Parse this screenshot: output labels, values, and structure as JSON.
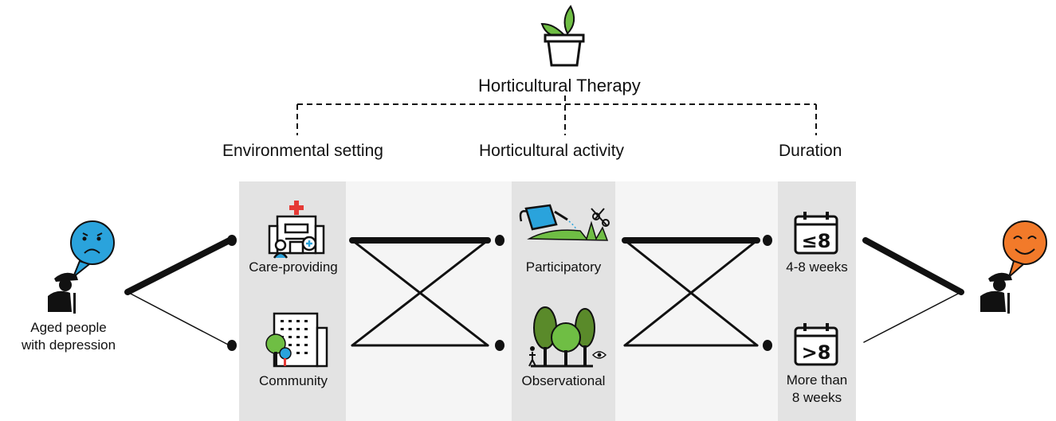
{
  "title": "Horticultural Therapy",
  "categories": {
    "environmental": "Environmental setting",
    "activity": "Horticultural activity",
    "duration": "Duration"
  },
  "left_person": {
    "label_line1": "Aged people",
    "label_line2": "with depression",
    "mood": "sad"
  },
  "right_person": {
    "mood": "happy"
  },
  "nodes": {
    "care_providing": "Care-providing",
    "community": "Community",
    "participatory": "Participatory",
    "observational": "Observational",
    "weeks_4_8": "4-8 weeks",
    "more_than_8_line1": "More than",
    "more_than_8_line2": "8 weeks"
  },
  "calendar_badges": {
    "upper": "≤8",
    "lower": ">8"
  },
  "icons": {
    "pot": "plant-pot-icon",
    "hospital": "hospital-icon",
    "building": "community-building-icon",
    "watering": "watering-can-icon",
    "trees": "trees-icon",
    "calendar": "calendar-icon",
    "sad_face": "sad-face-icon",
    "happy_face": "happy-face-icon",
    "elder": "elderly-person-icon"
  },
  "colors": {
    "panel": "#e3e3e3",
    "panel_light": "#f4f4f4",
    "sad_face": "#2aa3dc",
    "happy_face": "#f27a2a",
    "leaf": "#6fbe44",
    "tree": "#5a8a2a",
    "water": "#2aa3dc",
    "cross": "#e53935"
  }
}
